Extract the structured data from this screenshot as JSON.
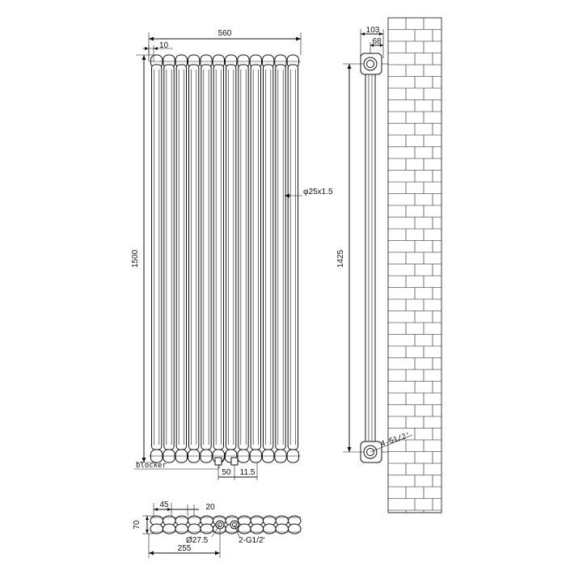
{
  "front_view": {
    "width_label": "560",
    "height_label": "1500",
    "tube_gap_label": "10",
    "tube_spec_label": "φ25x1.5",
    "blocker_label": "blocker",
    "inlet_offset_label": "50",
    "inlet_spacing_label": "11.5",
    "tube_count": 12
  },
  "side_view": {
    "depth_label": "103",
    "wall_gap_label": "68",
    "center_height_label": "1425",
    "bracket_label": "4-G1/2'"
  },
  "plan_view": {
    "pitch_label": "45",
    "spacing_label": "20",
    "depth_label": "70",
    "port_label": "Ø27.5",
    "thread_label": "2-G1/2'",
    "offset_label": "255"
  }
}
